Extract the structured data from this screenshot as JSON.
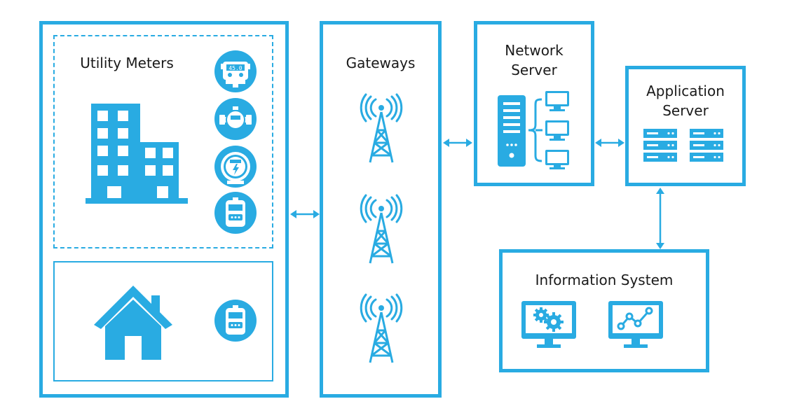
{
  "colors": {
    "accent": "#29abe2",
    "text": "#1a1a1a",
    "background": "#ffffff"
  },
  "utility": {
    "title": "Utility Meters",
    "meter_icons": [
      "water-meter-icon",
      "pipe-meter-icon",
      "electric-meter-icon",
      "gas-meter-icon"
    ],
    "meter_display": "45.0",
    "building_icon": "office-building-icon",
    "house_icon": "house-icon",
    "house_meter_icon": "gas-meter-icon"
  },
  "gateways": {
    "title": "Gateways",
    "icons": [
      "tower-icon",
      "tower-icon",
      "tower-icon"
    ]
  },
  "network": {
    "title_line1": "Network",
    "title_line2": "Server"
  },
  "application": {
    "title_line1": "Application",
    "title_line2": "Server"
  },
  "information": {
    "title": "Information System",
    "icons": [
      "settings-monitor-icon",
      "analytics-monitor-icon"
    ]
  }
}
